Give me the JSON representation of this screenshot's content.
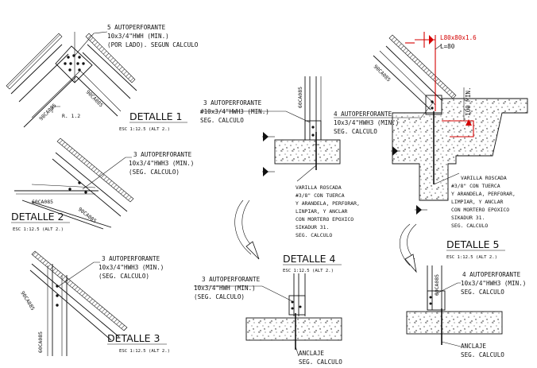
{
  "detalle1": {
    "title": "DETALLE 1",
    "scale": "ESC 1:12.5 (ALT 2.)",
    "note_line1": "5 AUTOPERFORANTE",
    "note_line2": "10x3/4\"HWH (MIN.)",
    "note_line3": "(POR LADO). SEGUN CALCULO",
    "profile_left": "90CA085",
    "profile_right": "90CA085",
    "slope": "R. 1.2"
  },
  "detalle2": {
    "title": "DETALLE 2",
    "scale": "ESC 1:12.5 (ALT 2.)",
    "note_line1": "3 AUTOPERFORANTE",
    "note_line2": "10x3/4\"HWH3 (MIN.)",
    "note_line3": "(SEG. CALCULO)",
    "profile_left": "60CA085",
    "profile_right": "90CA085"
  },
  "detalle3": {
    "title": "DETALLE 3",
    "scale": "ESC 1:12.5 (ALT 2.)",
    "note_line1": "3 AUTOPERFORANTE",
    "note_line2": "10x3/4\"HWH3 (MIN.)",
    "note_line3": "(SEG. CALCULO)",
    "profile_top": "90CA085",
    "profile_bottom": "60CA085"
  },
  "middle_top": {
    "note_line1": "3 AUTOPERFORANTE",
    "note_line2": "#10x3/4\"HWH3 (MIN.)",
    "note_line3": "SEG. CALCULO",
    "profile": "60CA085",
    "rod_line1": "VARILLA ROSCADA",
    "rod_line2": "#3/8\" CON TUERCA",
    "rod_line3": "Y ARANDELA, PERFORAR,",
    "rod_line4": "LINPIAR, Y ANCLAR",
    "rod_line5": "CON MORTERO EPOXICO",
    "rod_line6": "SIKADUR 31.",
    "rod_line7": "SEG. CALCULO"
  },
  "detalle4": {
    "title": "DETALLE 4",
    "scale": "ESC 1:12.5 (ALT 2.)",
    "note_line1": "3 AUTOPERFORANTE",
    "note_line2": "10x3/4\"HWH (MIN.)",
    "note_line3": "(SEG. CALCULO)",
    "anchor_line1": "ANCLAJE",
    "anchor_line2": "SEG. CALCULO"
  },
  "right_top": {
    "angle_label": "L80x80x1.6",
    "angle_length": "L=80",
    "dimension": "100 MIN.",
    "profile": "90CA085",
    "note_line1": "4 AUTOPERFORANTE",
    "note_line2": "10x3/4\"HWH3 (MIN.)",
    "note_line3": "SEG. CALCULO",
    "rod_line1": "VARILLA ROSCADA",
    "rod_line2": "#3/8\" CON TUERCA",
    "rod_line3": "Y ARANDELA, PERFORAR,",
    "rod_line4": "LIMPIAR, Y ANCLAR",
    "rod_line5": "CON MORTERO EPOXICO",
    "rod_line6": "SIKADUR 31.",
    "rod_line7": "SEG. CALCULO"
  },
  "detalle5": {
    "title": "DETALLE 5",
    "scale": "ESC 1:12.5 (ALT 2.)",
    "profile": "60CA085",
    "note_line1": "4 AUTOPERFORANTE",
    "note_line2": "10x3/4\"HWH3 (MIN.)",
    "note_line3": "SEG. CALCULO",
    "anchor_line1": "ANCLAJE",
    "anchor_line2": "SEG. CALCULO"
  },
  "colors": {
    "ink": "#111111",
    "highlight": "#d40000",
    "paper": "#ffffff"
  }
}
